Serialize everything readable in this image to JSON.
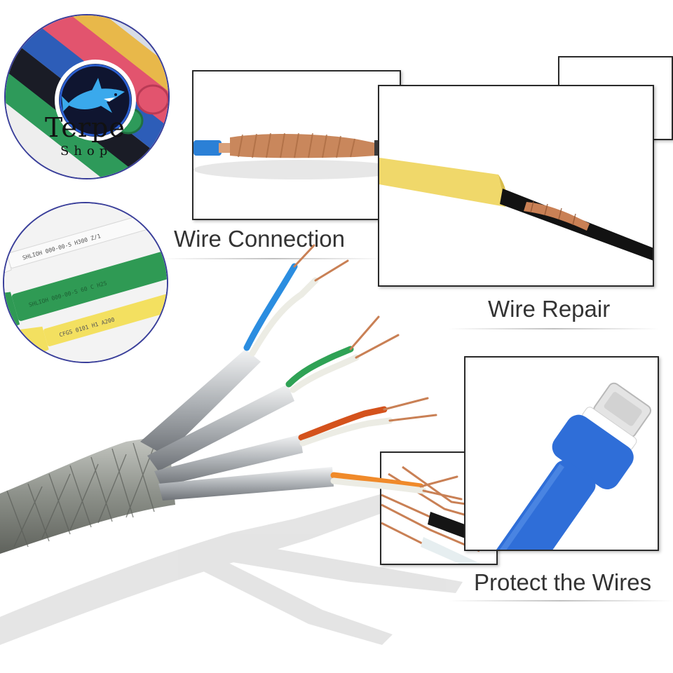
{
  "brand": {
    "name": "Terpe",
    "subtitle": "Shop",
    "logo_icon": "shark-icon"
  },
  "captions": {
    "wire_connection": "Wire Connection",
    "wire_repair": "Wire Repair",
    "protect_wires": "Protect the Wires"
  },
  "colors": {
    "frame_border": "#2a2a2a",
    "circle_border": "#3a3f9a",
    "logo_ring": "#1f2a7a",
    "copper": "#c98055",
    "sleeve_yellow": "#f0d86a",
    "sleeve_blue": "#2f6ed8"
  },
  "images": [
    {
      "name": "heat-shrink-tubes-photo"
    },
    {
      "name": "labeled-tubes-photo"
    },
    {
      "name": "wire-connection-photo"
    },
    {
      "name": "wire-repair-photo"
    },
    {
      "name": "protect-wires-photo"
    },
    {
      "name": "shielded-cable-photo"
    }
  ]
}
